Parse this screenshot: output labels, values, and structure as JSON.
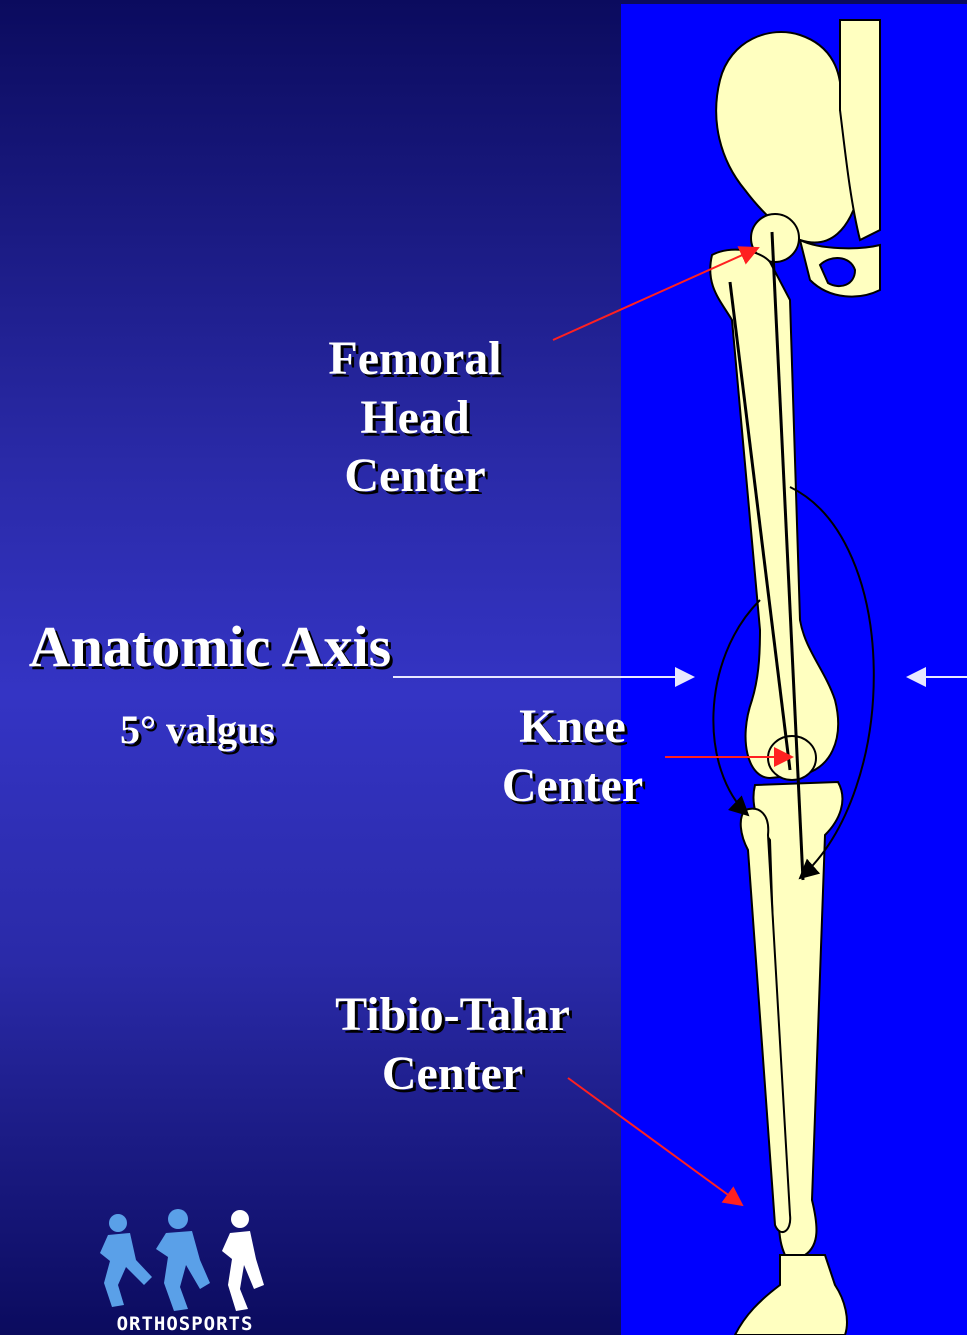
{
  "labels": {
    "femoral": [
      "Femoral",
      "Head",
      "Center"
    ],
    "anatomic_axis": "Anatomic Axis",
    "valgus": "5° valgus",
    "knee": [
      "Knee",
      "Center"
    ],
    "tibio_talar": [
      "Tibio-Talar",
      "Center"
    ]
  },
  "logo": {
    "text": "ORTHOSPORTS",
    "icon": "running-figures-icon"
  },
  "colors": {
    "background": "#2a2aa8",
    "panel": "#0000ff",
    "bone": "#ffffc0",
    "pointer": "#ff2020",
    "axis_arrow": "#ffffff"
  }
}
